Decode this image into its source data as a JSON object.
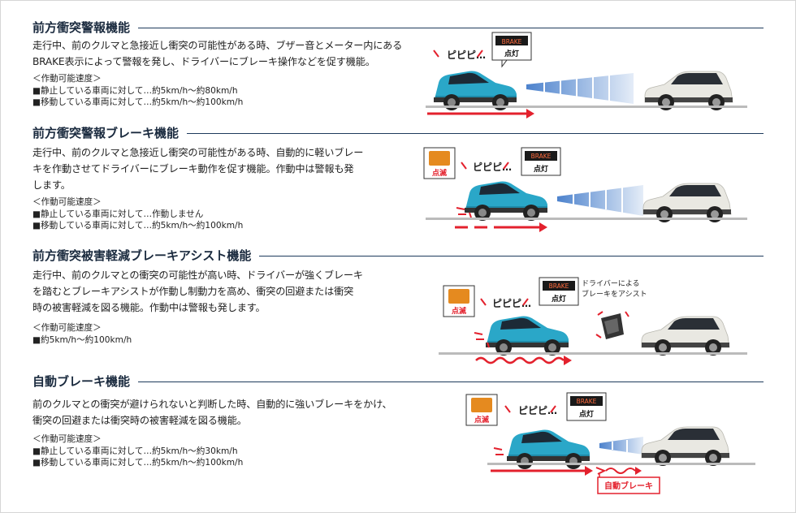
{
  "speed_heading": "＜作動可能速度＞",
  "sections": [
    {
      "title": "前方衝突警報機能",
      "desc": [
        "走行中、前のクルマと急接近し衝突の可能性がある時、ブザー音とメーター内にある",
        "BRAKE表示によって警報を発し、ドライバーにブレーキ操作などを促す機能。"
      ],
      "speeds": [
        "■静止している車両に対して…約5km/h～約80km/h",
        "■移動している車両に対して…約5km/h～約100km/h"
      ]
    },
    {
      "title": "前方衝突警報ブレーキ機能",
      "desc": [
        "走行中、前のクルマと急接近し衝突の可能性がある時、自動的に軽いブレー",
        "キを作動させてドライバーにブレーキ動作を促す機能。作動中は警報も発",
        "します。"
      ],
      "speeds": [
        "■静止している車両に対して…作動しません",
        "■移動している車両に対して…約5km/h～約100km/h"
      ]
    },
    {
      "title": "前方衝突被害軽減ブレーキアシスト機能",
      "desc": [
        "走行中、前のクルマとの衝突の可能性が高い時、ドライバーが強くブレーキ",
        "を踏むとブレーキアシストが作動し制動力を高め、衝突の回避または衝突",
        "時の被害軽減を図る機能。作動中は警報も発します。"
      ],
      "speeds": [
        "■約5km/h～約100km/h"
      ]
    },
    {
      "title": "自動ブレーキ機能",
      "desc": [
        "前のクルマとの衝突が避けられないと判断した時、自動的に強いブレーキをかけ、",
        "衝突の回避または衝突時の被害軽減を図る機能。"
      ],
      "speeds": [
        "■静止している車両に対して…約5km/h～約30km/h",
        "■移動している車両に対して…約5km/h～約100km/h"
      ]
    }
  ],
  "illus": {
    "beep": "ピピピ…",
    "brake": "BRAKE",
    "lit": "点灯",
    "blink": "点滅",
    "driver_assist": [
      "ドライバーによる",
      "ブレーキをアシスト"
    ],
    "auto_brake": "自動ブレーキ"
  },
  "colors": {
    "heading": "#1a2a3e",
    "rule": "#1e3a5c",
    "accent_red": "#e3212d",
    "car_blue": "#2aa7c8",
    "car_white": "#e9e8e2",
    "brake_panel": "#1a1a1a",
    "brake_text": "#ff6a3c",
    "blink_box": "#e58a1f",
    "radar": "#2d6cc4"
  },
  "icons": [
    "car-blue-icon",
    "car-white-icon",
    "radar-beam-icon",
    "brake-pedal-icon",
    "slip-warning-icon",
    "motion-arrow-icon"
  ]
}
